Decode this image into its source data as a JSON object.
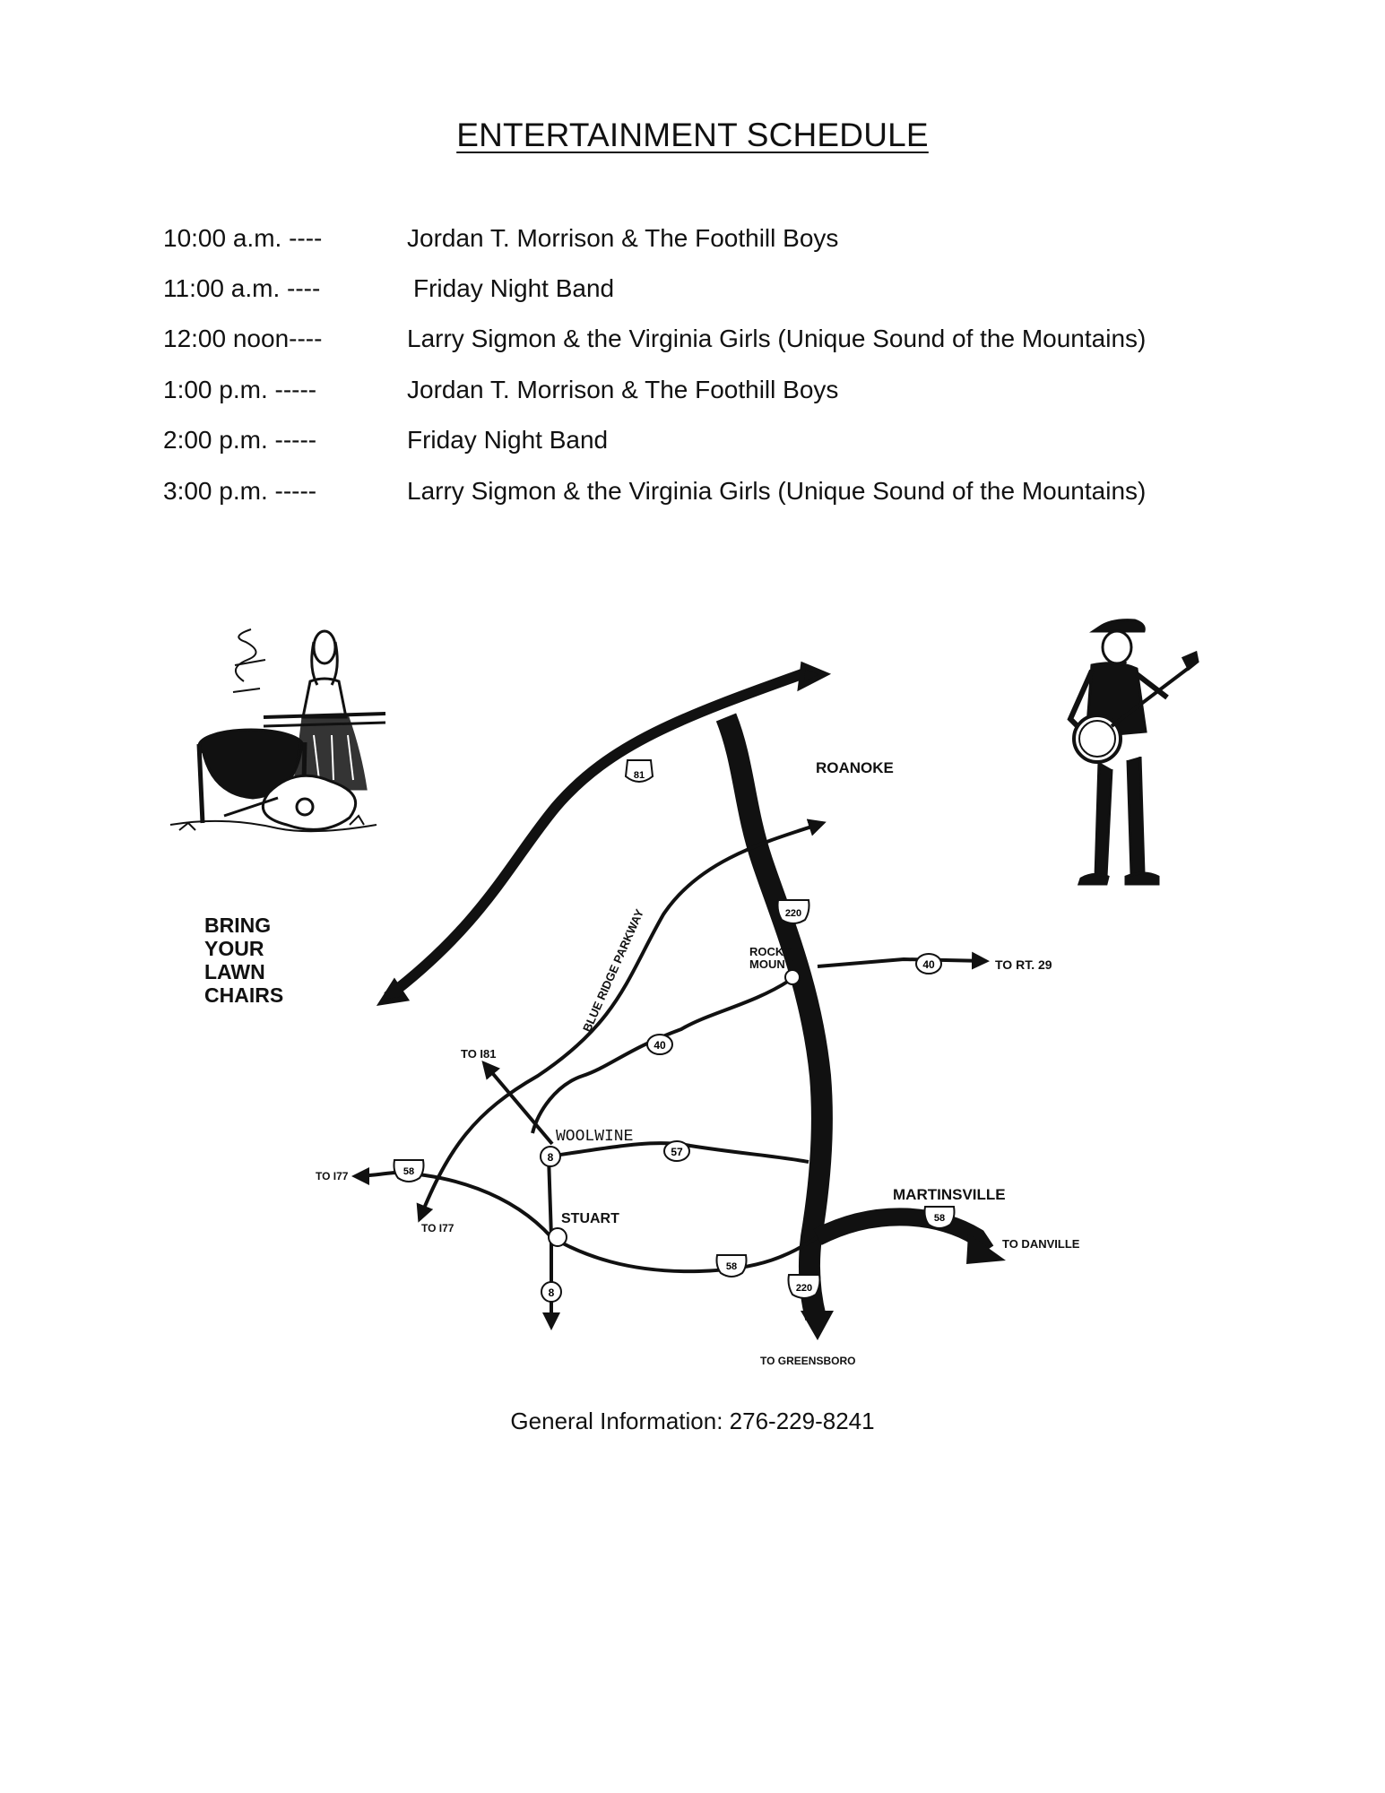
{
  "title": "ENTERTAINMENT SCHEDULE",
  "schedule": [
    {
      "time": "10:00 a.m. ----",
      "act": "Jordan T. Morrison & The Foothill Boys"
    },
    {
      "time": "11:00 a.m. ----",
      "act": "Friday Night Band"
    },
    {
      "time": "12:00 noon----",
      "act": "Larry Sigmon & the Virginia Girls (Unique Sound of the Mountains)"
    },
    {
      "time": "1:00 p.m. -----",
      "act": "Jordan T. Morrison & The Foothill Boys"
    },
    {
      "time": "2:00 p.m. -----",
      "act": "Friday Night Band"
    },
    {
      "time": "3:00 p.m. -----",
      "act": "Larry Sigmon & the Virginia Girls (Unique Sound of the Mountains)"
    }
  ],
  "map": {
    "bring_chairs": [
      "BRING",
      "YOUR",
      "LAWN",
      "CHAIRS"
    ],
    "towns": {
      "roanoke": "ROANOKE",
      "rocky_mount": [
        "ROCKY",
        "MOUNT"
      ],
      "woolwine": "WOOLWINE",
      "stuart": "STUART",
      "martinsville": "MARTINSVILLE"
    },
    "parkway": "BLUE RIDGE PARKWAY",
    "destinations": {
      "to_rt29": "TO RT. 29",
      "to_i81": "TO I81",
      "to_i77_a": "TO I77",
      "to_i77_b": "TO I77",
      "to_danville": "TO DANVILLE",
      "to_greensboro": "TO GREENSBORO"
    },
    "shields": {
      "i81": "81",
      "us220_north": "220",
      "us220_south": "220",
      "rt40_east": "40",
      "rt40_west": "40",
      "rt8_north": "8",
      "rt8_south": "8",
      "rt57": "57",
      "us58_west": "58",
      "us58_mid": "58",
      "us58_east": "58"
    }
  },
  "general_info": "General Information: 276-229-8241"
}
